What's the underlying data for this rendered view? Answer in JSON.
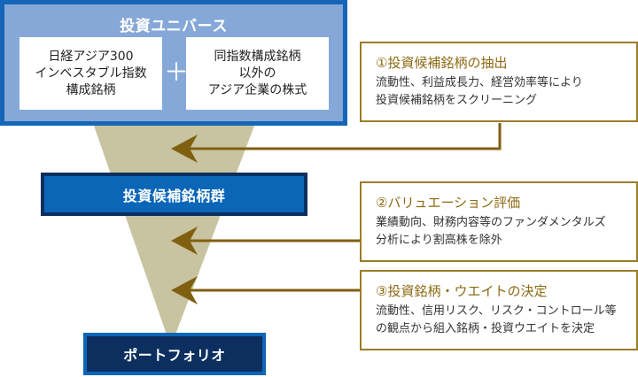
{
  "colors": {
    "universe_fill": "#86a8d8",
    "universe_border": "#1466b8",
    "candidates_fill": "#0b66b8",
    "candidates_border": "#0c2f5f",
    "portfolio_fill": "#0c2f5f",
    "portfolio_border": "#0b66b8",
    "funnel": "#c8c3a0",
    "arrow": "#806010",
    "step_border": "#9a7d2a",
    "step_title": "#8c6a12"
  },
  "universe": {
    "title": "投資ユニバース",
    "left_box": [
      "日経アジア300",
      "インベスタブル指数",
      "構成銘柄"
    ],
    "plus": "＋",
    "right_box": [
      "同指数構成銘柄",
      "以外の",
      "アジア企業の株式"
    ]
  },
  "candidates": {
    "label": "投資候補銘柄群"
  },
  "portfolio": {
    "label": "ポートフォリオ"
  },
  "steps": [
    {
      "title": "①投資候補銘柄の抽出",
      "lines": [
        "流動性、利益成長力、経営効率等により",
        "投資候補銘柄をスクリーニング"
      ]
    },
    {
      "title": "②バリュエーション評価",
      "lines": [
        "業績動向、財務内容等のファンダメンタルズ",
        "分析により割高株を除外"
      ]
    },
    {
      "title": "③投資銘柄・ウエイトの決定",
      "lines": [
        "流動性、信用リスク、リスク・コントロール等",
        "の観点から組入銘柄・投資ウエイトを決定"
      ]
    }
  ]
}
